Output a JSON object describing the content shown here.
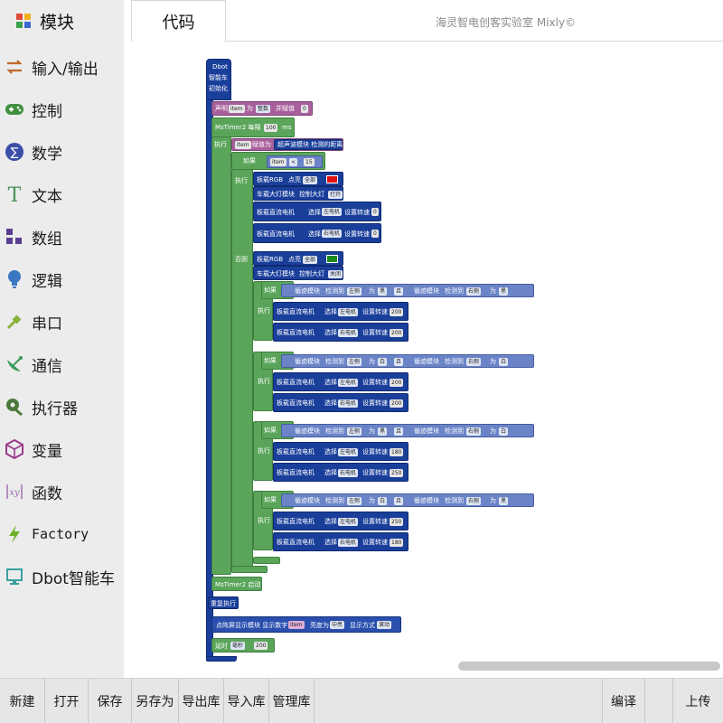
{
  "sidebar": {
    "header": "模块",
    "categories": [
      {
        "label": "输入/输出",
        "icon": "swap-arrows-icon",
        "color": "#c06a2b"
      },
      {
        "label": "控制",
        "icon": "gamepad-icon",
        "color": "#3f8f3f"
      },
      {
        "label": "数学",
        "icon": "sigma-icon",
        "color": "#3c4fa8"
      },
      {
        "label": "文本",
        "icon": "text-t-icon",
        "color": "#4a8f5a"
      },
      {
        "label": "数组",
        "icon": "blocks-grid-icon",
        "color": "#5a3f92"
      },
      {
        "label": "逻辑",
        "icon": "bulb-icon",
        "color": "#3a78c2"
      },
      {
        "label": "串口",
        "icon": "usb-plug-icon",
        "color": "#8ab03a"
      },
      {
        "label": "通信",
        "icon": "satellite-dish-icon",
        "color": "#3a9a5a"
      },
      {
        "label": "执行器",
        "icon": "actuator-gear-icon",
        "color": "#4b7a3a"
      },
      {
        "label": "变量",
        "icon": "unity-cube-icon",
        "color": "#9a3a8a"
      },
      {
        "label": "函数",
        "icon": "function-xy-icon",
        "color": "#9a6ab0"
      },
      {
        "label": "Factory",
        "icon": "lightning-icon",
        "color": "#6fb02a"
      },
      {
        "label": "Dbot智能车",
        "icon": "monitor-icon",
        "color": "#3aa0a0"
      }
    ]
  },
  "tabs": {
    "code": "代码"
  },
  "brand": "海灵智电创客实验室 Mixly©",
  "toolbar": {
    "new": "新建",
    "open": "打开",
    "save": "保存",
    "save_as": "另存为",
    "export_lib": "导出库",
    "import_lib": "导入库",
    "manage_lib": "管理库",
    "compile": "编译",
    "upload": "上传"
  },
  "blocks": {
    "init": "Dbot",
    "init2": "智能车",
    "init3": "初始化",
    "declare": "声明",
    "declare_var": "item",
    "declare_as": "为",
    "declare_type": "整数",
    "declare_init": "并赋值",
    "declare_val": "0",
    "timer": "MsTimer2 每隔",
    "timer_ms": "100",
    "timer_unit": "ms",
    "exec": "执行",
    "assign_var": "item",
    "assign_to": "赋值为",
    "sensor_read": "超声波模块 检测的距离",
    "if": "如果",
    "cond_var": "item",
    "cond_op": "<",
    "cond_val": "15",
    "then": "执行",
    "else": "否则",
    "rgb": "板载RGB",
    "rgb_light": "点亮",
    "rgb_all": "全部",
    "rgb_red": "#e01010",
    "rgb_green": "#1a8a1a",
    "buzzer": "车载大灯模块",
    "buzzer_ctrl": "控制大灯",
    "buzzer_on": "打开",
    "buzzer_off": "关闭",
    "motor": "板载直流电机",
    "motor_sel": "选择",
    "motor_left": "左电机",
    "motor_right": "右电机",
    "motor_speed": "设置转速",
    "speed0": "0",
    "track": "循迹模块",
    "track_detect": "检测到",
    "track_left": "左侧",
    "track_right": "右侧",
    "track_is": "为",
    "black": "黑",
    "white": "白",
    "and": "且",
    "s200": "200",
    "s180": "180",
    "s250": "250",
    "timer_start": "MsTimer2 启动",
    "loop": "重复执行",
    "lcd": "点阵屏显示模块 显示数字",
    "lcd_var": "item",
    "lcd_bright": "亮度为",
    "lcd_bright_val": "中亮",
    "lcd_mode": "显示方式",
    "lcd_mode_val": "滚动",
    "delay": "延时",
    "delay_unit": "毫秒",
    "delay_val": "200"
  }
}
